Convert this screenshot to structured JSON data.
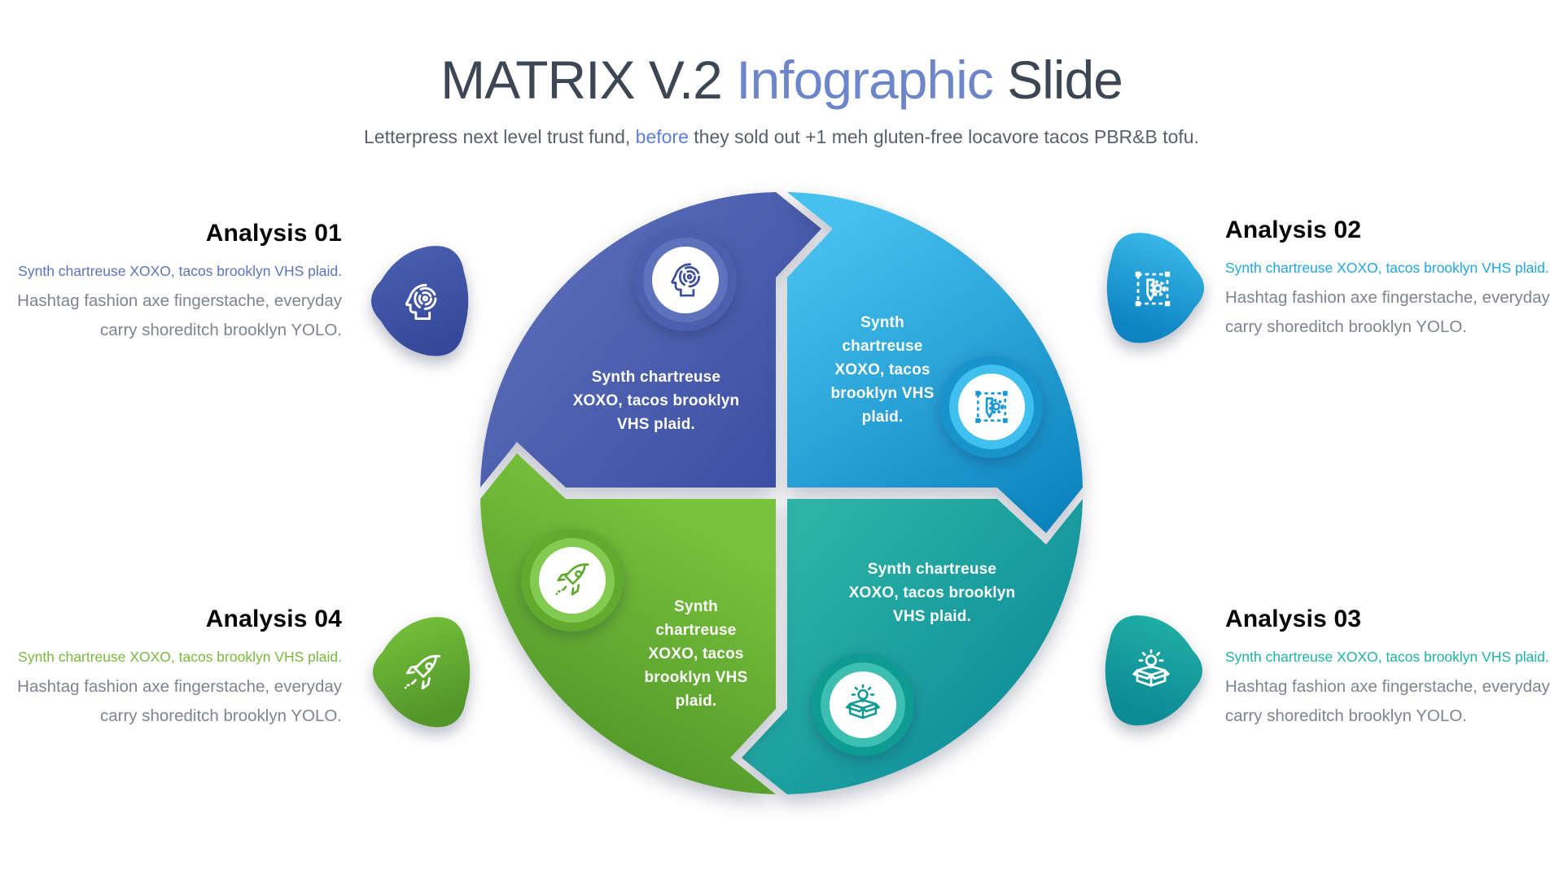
{
  "header": {
    "title_part1": "MATRIX V.2 ",
    "title_accent": "Infographic",
    "title_part2": " Slide",
    "title_color": "#3d4754",
    "title_accent_color": "#6d86ca",
    "subtitle_part1": "Letterpress next level trust fund, ",
    "subtitle_accent": "before",
    "subtitle_part2": " they sold out +1 meh gluten-free locavore tacos PBR&B tofu.",
    "subtitle_accent_color": "#5c7fd1"
  },
  "wheel": {
    "segments": [
      {
        "name": "segment-1-blue",
        "icon": "mind-icon",
        "text": "Synth chartreuse XOXO, tacos brooklyn VHS plaid.",
        "color_light": "#5d6fba",
        "color_dark": "#3a4da1"
      },
      {
        "name": "segment-2-cyan",
        "icon": "design-icon",
        "text": "Synth chartreuse XOXO, tacos brooklyn VHS plaid.",
        "color_light": "#47c0ee",
        "color_dark": "#0e85c0"
      },
      {
        "name": "segment-3-teal",
        "icon": "idea-box-icon",
        "text": "Synth chartreuse XOXO, tacos brooklyn VHS plaid.",
        "color_light": "#2cb4a6",
        "color_dark": "#0b8998"
      },
      {
        "name": "segment-4-green",
        "icon": "rocket-icon",
        "text": "Synth chartreuse XOXO, tacos brooklyn VHS plaid.",
        "color_light": "#79c43d",
        "color_dark": "#4d9126"
      }
    ]
  },
  "analyses": [
    {
      "title": "Analysis 01",
      "lead": "Synth chartreuse XOXO, tacos brooklyn VHS plaid.",
      "body": "Hashtag fashion axe fingerstache, everyday carry shoreditch brooklyn YOLO.",
      "accent_color": "#5b74bb",
      "icon": "mind-icon"
    },
    {
      "title": "Analysis 02",
      "lead": "Synth chartreuse XOXO, tacos brooklyn VHS plaid.",
      "body": "Hashtag fashion axe fingerstache, everyday carry shoreditch brooklyn YOLO.",
      "accent_color": "#22a6e0",
      "icon": "design-icon"
    },
    {
      "title": "Analysis 03",
      "lead": "Synth chartreuse XOXO, tacos brooklyn VHS plaid.",
      "body": "Hashtag fashion axe fingerstache, everyday carry shoreditch brooklyn YOLO.",
      "accent_color": "#1fb2a5",
      "icon": "idea-box-icon"
    },
    {
      "title": "Analysis 04",
      "lead": "Synth chartreuse XOXO, tacos brooklyn VHS plaid.",
      "body": "Hashtag fashion axe fingerstache, everyday carry shoreditch brooklyn YOLO.",
      "accent_color": "#7ab93f",
      "icon": "rocket-icon"
    }
  ]
}
